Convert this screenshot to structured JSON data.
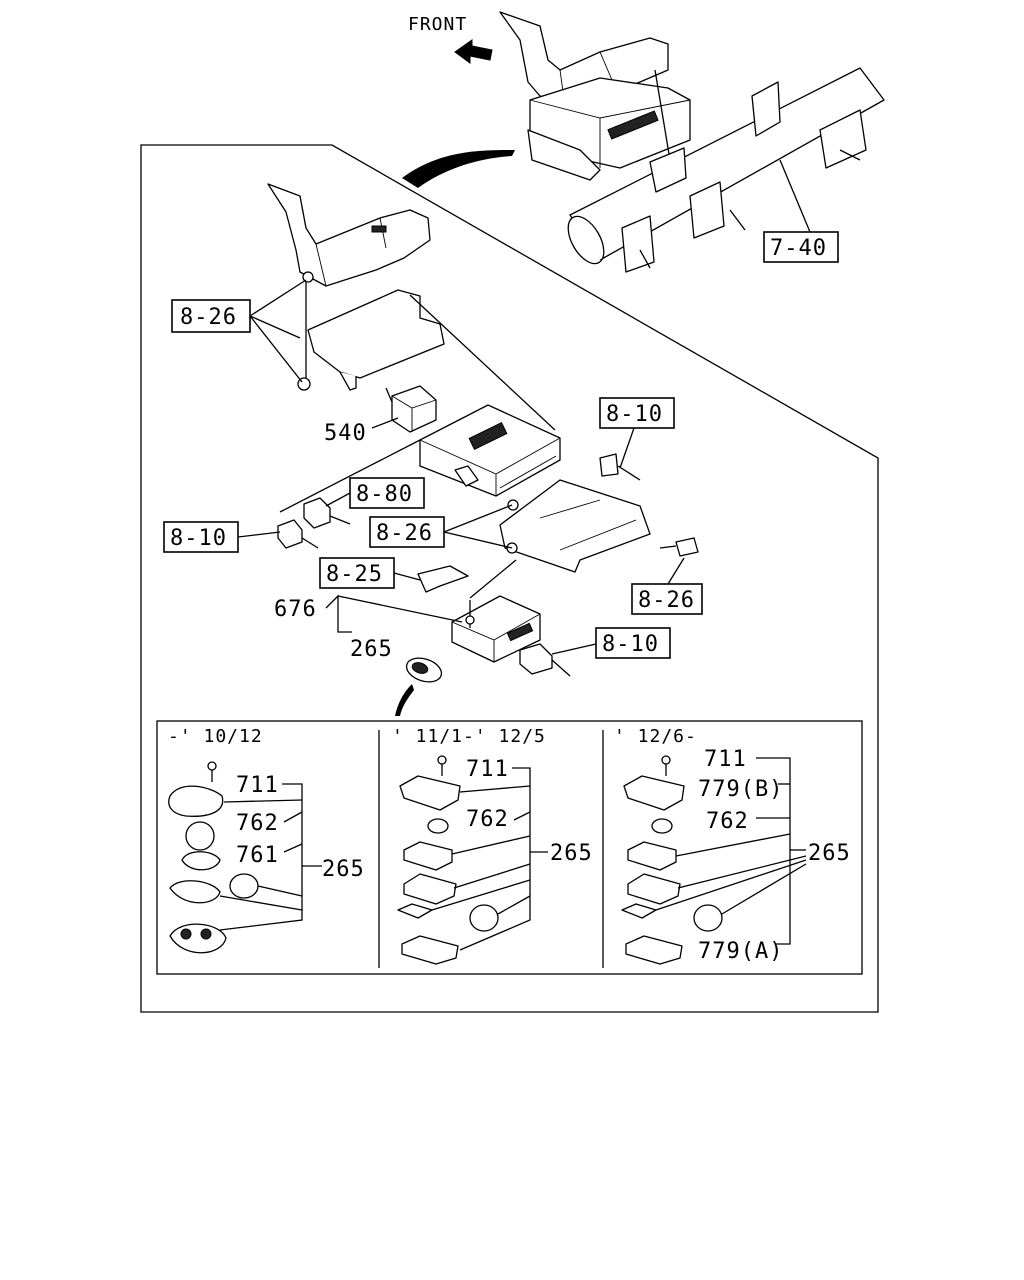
{
  "header": {
    "front_label": "FRONT"
  },
  "callouts": {
    "c_7_40": "7-40",
    "c_8_26_a": "8-26",
    "c_540": "540",
    "c_8_10_a": "8-10",
    "c_8_80": "8-80",
    "c_8_10_b": "8-10",
    "c_8_26_b": "8-26",
    "c_8_25": "8-25",
    "c_8_26_c": "8-26",
    "c_676": "676",
    "c_265": "265",
    "c_8_10_c": "8-10"
  },
  "panels": [
    {
      "title": "-' 10/12",
      "labels": [
        "711",
        "762",
        "761",
        "265"
      ]
    },
    {
      "title": "' 11/1-' 12/5",
      "labels": [
        "711",
        "762",
        "265"
      ]
    },
    {
      "title": "' 12/6-",
      "labels": [
        "711",
        "779(B)",
        "762",
        "265",
        "779(A)"
      ]
    }
  ]
}
